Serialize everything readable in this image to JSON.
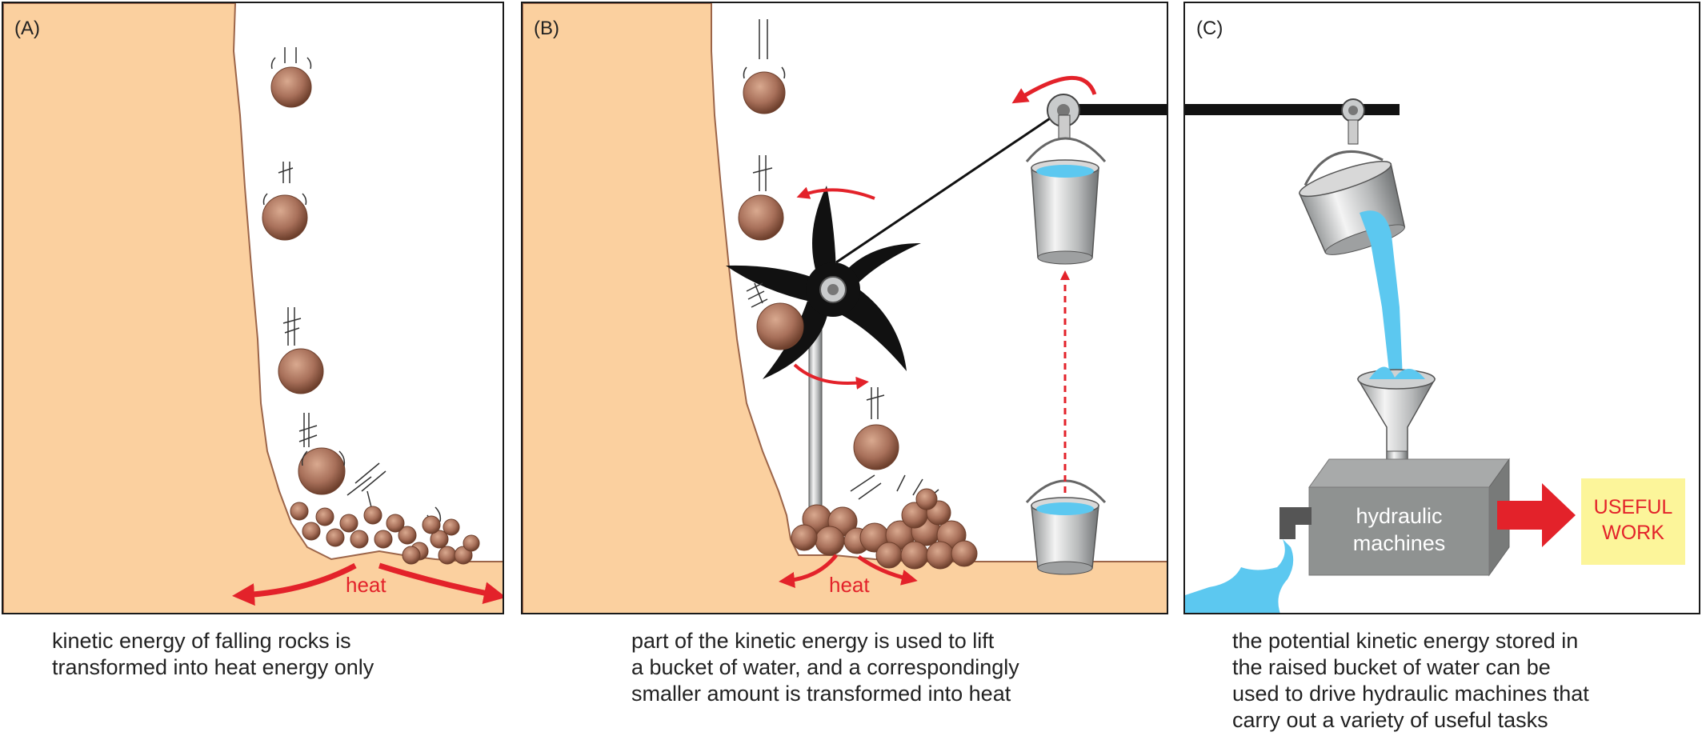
{
  "panels": [
    {
      "label": "(A)",
      "heat_label": "heat",
      "caption_lines": [
        "kinetic energy of falling rocks is",
        "transformed into heat energy only"
      ]
    },
    {
      "label": "(B)",
      "heat_label": "heat",
      "caption_lines": [
        "part of the kinetic energy is used to lift",
        "a bucket of water, and a correspondingly",
        "smaller amount is transformed into heat"
      ]
    },
    {
      "label": "(C)",
      "machine_label": [
        "hydraulic",
        "machines"
      ],
      "output_label": [
        "USEFUL",
        "WORK"
      ],
      "caption_lines": [
        "the potential kinetic energy stored in",
        "the raised bucket of water can be",
        "used to drive hydraulic machines that",
        "carry out a variety of useful tasks"
      ]
    }
  ],
  "colors": {
    "cliff": "#fbd09f",
    "rock": "#9c6549",
    "water": "#5cc8f0",
    "arrow": "#e3222a",
    "machine": "#8f9291",
    "highlight": "#fcf59a"
  }
}
